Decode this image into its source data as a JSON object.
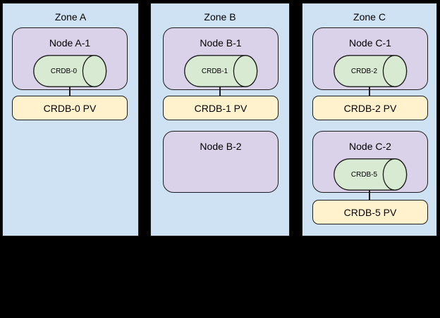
{
  "diagram": {
    "background_color": "#000000",
    "colors": {
      "zone_fill": "#cfe2f3",
      "node_fill": "#d9d2e9",
      "db_fill": "#d9ead3",
      "pv_fill": "#fff2cc",
      "stroke": "#1d1d1d",
      "text": "#000000"
    },
    "zones": [
      {
        "label": "Zone A",
        "nodes": [
          {
            "label": "Node A-1",
            "db_label": "CRDB-0",
            "pv_label": "CRDB-0 PV"
          }
        ]
      },
      {
        "label": "Zone B",
        "nodes": [
          {
            "label": "Node B-1",
            "db_label": "CRDB-1",
            "pv_label": "CRDB-1 PV"
          },
          {
            "label": "Node B-2"
          }
        ]
      },
      {
        "label": "Zone C",
        "nodes": [
          {
            "label": "Node C-1",
            "db_label": "CRDB-2",
            "pv_label": "CRDB-2 PV"
          },
          {
            "label": "Node C-2",
            "db_label": "CRDB-5",
            "pv_label": "CRDB-5 PV"
          }
        ]
      }
    ]
  }
}
